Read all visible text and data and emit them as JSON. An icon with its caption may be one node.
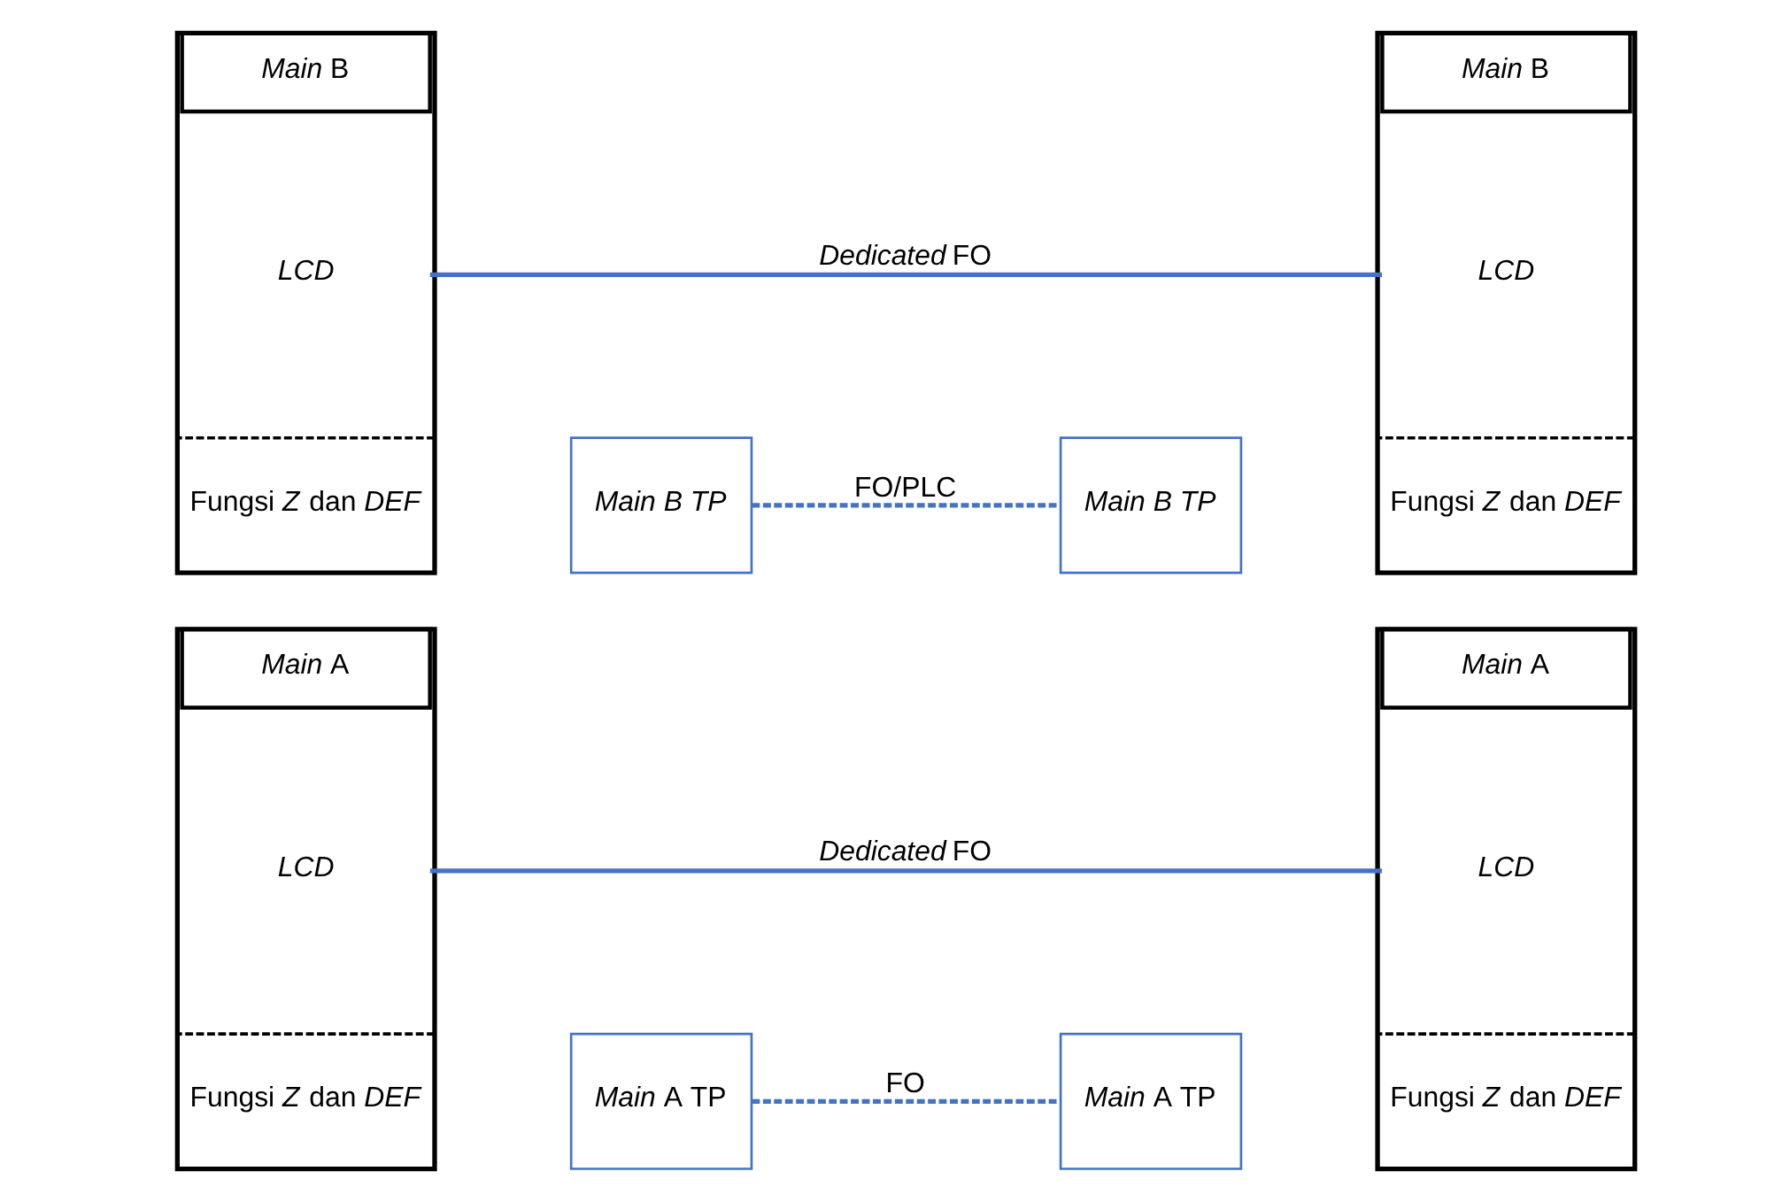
{
  "diagram": {
    "nodes": [
      {
        "text": [],
        "shape": "box"
      },
      {
        "text": [
          "*Main* A"
        ],
        "in": 0
      },
      {
        "text": [
          "LCD"
        ],
        "in": 0
      },
      {
        "text": [
          "Fungsi *Z* dan *DEF*"
        ],
        "in": 0
      },
      {
        "text": [
          "*Main* A TP"
        ]
      },
      {
        "text": [
          "*Main* A TP"
        ]
      },
      {
        "text": [],
        "shape": "box"
      },
      {
        "text": [
          "*Main* A"
        ],
        "in": 6
      },
      {
        "text": [
          "LCD"
        ],
        "in": 6
      },
      {
        "text": [
          "Fungsi *Z* dan *DEF*"
        ],
        "in": 6
      },
      {
        "text": [],
        "shape": "box"
      },
      {
        "text": [
          "*Main* B"
        ],
        "in": 10
      },
      {
        "text": [
          "LCD"
        ],
        "in": 10
      },
      {
        "text": [
          "Fungsi *Z* dan *DEF*"
        ],
        "in": 10
      },
      {
        "text": [
          "Main B TP"
        ]
      },
      {
        "text": [
          "Main B TP"
        ]
      },
      {
        "text": [],
        "shape": "box"
      },
      {
        "text": [
          "*Main* B"
        ],
        "in": 16
      },
      {
        "text": [
          "LCD"
        ],
        "in": 16
      },
      {
        "text": [
          "Fungsi *Z* dan *DEF*"
        ],
        "in": 16
      }
    ],
    "edges": [
      {
        "from": 2,
        "to": 8,
        "arrow": "none",
        "label": "*Dedicated* FO"
      },
      {
        "from": 4,
        "to": 5,
        "arrow": "none",
        "label": "FO",
        "style": "dashed"
      },
      {
        "from": 12,
        "to": 18,
        "arrow": "none",
        "label": "*Dedicated* FO"
      },
      {
        "from": 14,
        "to": 15,
        "arrow": "none",
        "label": "FO/PLC",
        "style": "dashed"
      }
    ]
  }
}
